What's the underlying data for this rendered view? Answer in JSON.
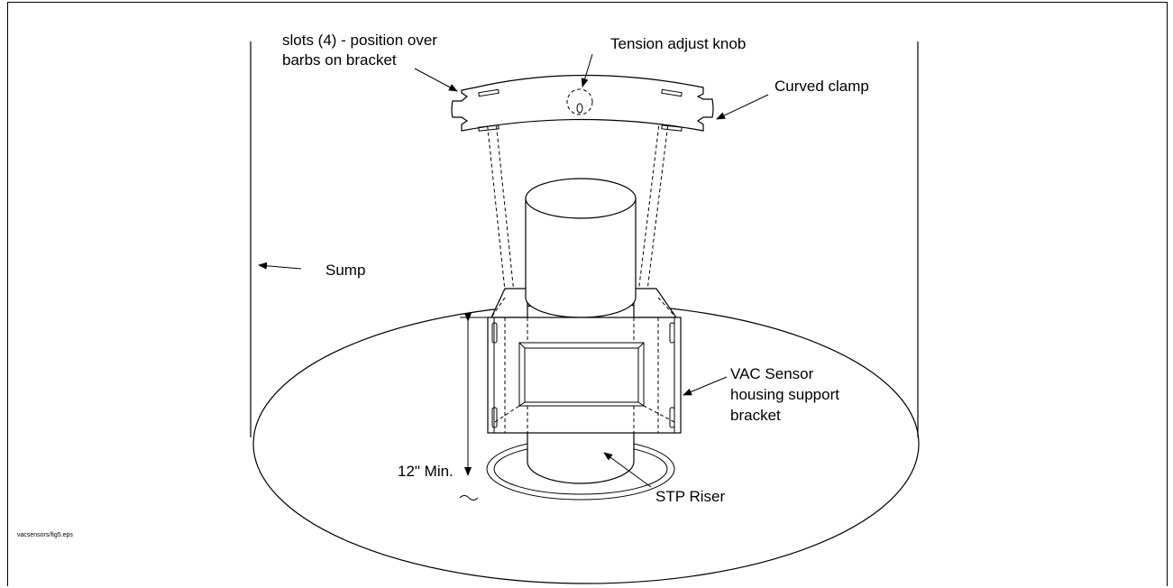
{
  "labels": {
    "slots_line1": "slots (4) - position over",
    "slots_line2": "barbs on bracket",
    "tension_knob": "Tension adjust knob",
    "curved_clamp": "Curved clamp",
    "sump": "Sump",
    "vac_line1": "VAC Sensor",
    "vac_line2": "housing support",
    "vac_line3": "bracket",
    "min_height": "12\" Min.",
    "stp_riser": "STP Riser",
    "file_name": "vacsensors/fig5.eps"
  }
}
